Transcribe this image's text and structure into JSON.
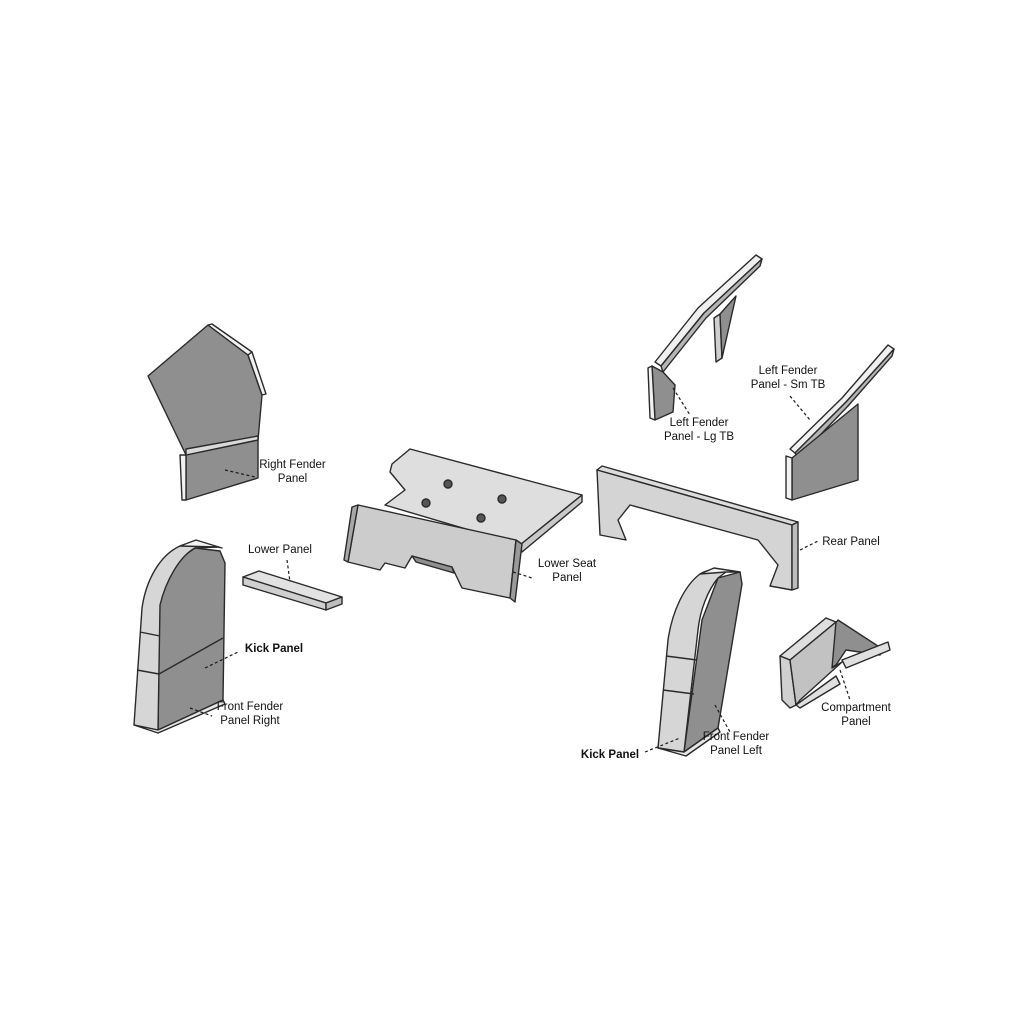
{
  "colors": {
    "face_light": "#d9d9d9",
    "face_mid": "#c4c4c4",
    "face_dark": "#8f8f8f",
    "face_edge": "#f2f2f2",
    "outline": "#2a2a2a"
  },
  "labels": {
    "right_fender": [
      "Right Fender",
      "Panel"
    ],
    "lower_panel": [
      "Lower Panel"
    ],
    "kick_panel_right": [
      "Kick Panel"
    ],
    "front_fender_right": [
      "Front Fender",
      "Panel Right"
    ],
    "lower_seat": [
      "Lower Seat",
      "Panel"
    ],
    "left_fender_lg": [
      "Left Fender",
      "Panel - Lg TB"
    ],
    "left_fender_sm": [
      "Left Fender",
      "Panel - Sm TB"
    ],
    "rear_panel": [
      "Rear Panel"
    ],
    "compartment": [
      "Compartment",
      "Panel"
    ],
    "front_fender_left": [
      "Front Fender",
      "Panel Left"
    ],
    "kick_panel_left": [
      "Kick Panel"
    ]
  }
}
